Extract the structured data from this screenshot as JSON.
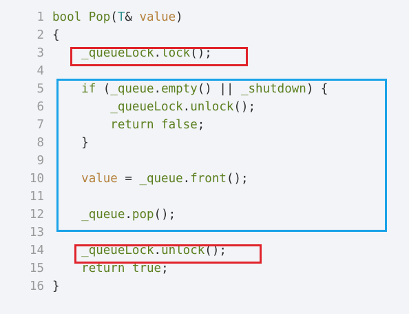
{
  "editor": {
    "lines": [
      {
        "n": "1",
        "tokens": [
          {
            "t": "bool ",
            "c": "kw"
          },
          {
            "t": "Pop",
            "c": "fn"
          },
          {
            "t": "(",
            "c": "punc"
          },
          {
            "t": "T",
            "c": "ty"
          },
          {
            "t": "& ",
            "c": "punc"
          },
          {
            "t": "value",
            "c": "var"
          },
          {
            "t": ")",
            "c": "punc"
          }
        ]
      },
      {
        "n": "2",
        "tokens": [
          {
            "t": "{",
            "c": "punc"
          }
        ]
      },
      {
        "n": "3",
        "tokens": [
          {
            "t": "    ",
            "c": "punc"
          },
          {
            "t": "_queueLock",
            "c": "id"
          },
          {
            "t": ".",
            "c": "punc"
          },
          {
            "t": "lock",
            "c": "fn"
          },
          {
            "t": "();",
            "c": "punc"
          }
        ]
      },
      {
        "n": "4",
        "tokens": []
      },
      {
        "n": "5",
        "tokens": [
          {
            "t": "    ",
            "c": "punc"
          },
          {
            "t": "if",
            "c": "kw"
          },
          {
            "t": " (",
            "c": "punc"
          },
          {
            "t": "_queue",
            "c": "id"
          },
          {
            "t": ".",
            "c": "punc"
          },
          {
            "t": "empty",
            "c": "fn"
          },
          {
            "t": "() || ",
            "c": "punc"
          },
          {
            "t": "_shutdown",
            "c": "id"
          },
          {
            "t": ") {",
            "c": "punc"
          }
        ]
      },
      {
        "n": "6",
        "tokens": [
          {
            "t": "        ",
            "c": "punc"
          },
          {
            "t": "_queueLock",
            "c": "id"
          },
          {
            "t": ".",
            "c": "punc"
          },
          {
            "t": "unlock",
            "c": "fn"
          },
          {
            "t": "();",
            "c": "punc"
          }
        ]
      },
      {
        "n": "7",
        "tokens": [
          {
            "t": "        ",
            "c": "punc"
          },
          {
            "t": "return false",
            "c": "kw"
          },
          {
            "t": ";",
            "c": "punc"
          }
        ]
      },
      {
        "n": "8",
        "tokens": [
          {
            "t": "    }",
            "c": "punc"
          }
        ]
      },
      {
        "n": "9",
        "tokens": []
      },
      {
        "n": "10",
        "tokens": [
          {
            "t": "    ",
            "c": "punc"
          },
          {
            "t": "value",
            "c": "var"
          },
          {
            "t": " = ",
            "c": "punc"
          },
          {
            "t": "_queue",
            "c": "id"
          },
          {
            "t": ".",
            "c": "punc"
          },
          {
            "t": "front",
            "c": "fn"
          },
          {
            "t": "();",
            "c": "punc"
          }
        ]
      },
      {
        "n": "11",
        "tokens": []
      },
      {
        "n": "12",
        "tokens": [
          {
            "t": "    ",
            "c": "punc"
          },
          {
            "t": "_queue",
            "c": "id"
          },
          {
            "t": ".",
            "c": "punc"
          },
          {
            "t": "pop",
            "c": "fn"
          },
          {
            "t": "();",
            "c": "punc"
          }
        ]
      },
      {
        "n": "13",
        "tokens": []
      },
      {
        "n": "14",
        "tokens": [
          {
            "t": "    ",
            "c": "punc"
          },
          {
            "t": "_queueLock",
            "c": "id"
          },
          {
            "t": ".",
            "c": "punc"
          },
          {
            "t": "unlock",
            "c": "fn"
          },
          {
            "t": "();",
            "c": "punc"
          }
        ]
      },
      {
        "n": "15",
        "tokens": [
          {
            "t": "    ",
            "c": "punc"
          },
          {
            "t": "return true",
            "c": "kw"
          },
          {
            "t": ";",
            "c": "punc"
          }
        ]
      },
      {
        "n": "16",
        "tokens": [
          {
            "t": "}",
            "c": "punc"
          }
        ]
      }
    ]
  },
  "highlights": [
    {
      "name": "lock-highlight",
      "color": "#e0232b"
    },
    {
      "name": "critical-section-highlight",
      "color": "#1aa3e8"
    },
    {
      "name": "unlock-highlight",
      "color": "#e0232b"
    }
  ]
}
